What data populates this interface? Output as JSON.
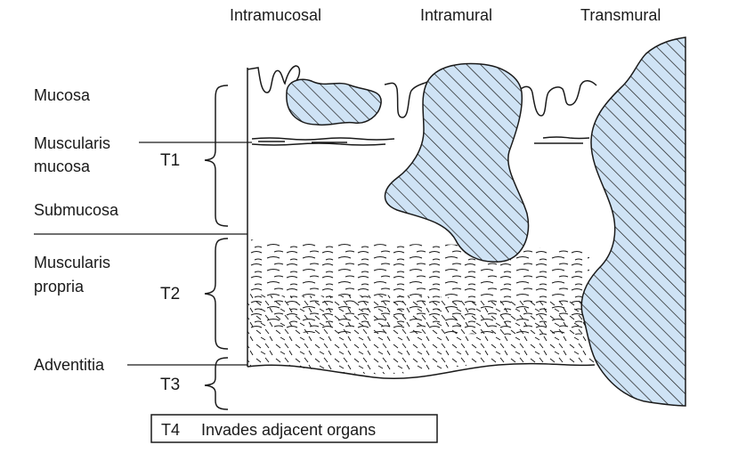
{
  "columns": {
    "intramucosal": "Intramucosal",
    "intramural": "Intramural",
    "transmural": "Transmural"
  },
  "layers": {
    "mucosa": "Mucosa",
    "muscularis_mucosa_line1": "Muscularis",
    "muscularis_mucosa_line2": "mucosa",
    "submucosa": "Submucosa",
    "muscularis_propria_line1": "Muscularis",
    "muscularis_propria_line2": "propria",
    "adventitia": "Adventitia"
  },
  "stages": {
    "t1": "T1",
    "t2": "T2",
    "t3": "T3",
    "t4": "T4",
    "t4_description": "Invades adjacent organs"
  },
  "colors": {
    "tumor_fill": "#cfe3f5",
    "line": "#1a1a1a"
  }
}
